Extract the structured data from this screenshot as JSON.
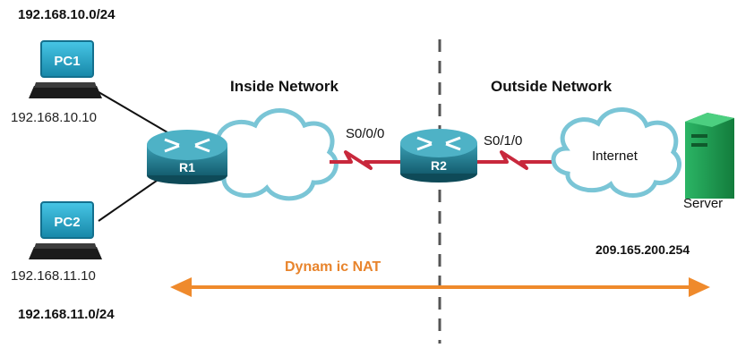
{
  "networks": {
    "lan1": "192.168.10.0/24",
    "lan2": "192.168.11.0/24"
  },
  "hosts": {
    "pc1": {
      "name": "PC1",
      "ip": "192.168.10.10"
    },
    "pc2": {
      "name": "PC2",
      "ip": "192.168.11.10"
    },
    "server": {
      "name": "Server",
      "ip": "209.165.200.254"
    }
  },
  "routers": {
    "r1": "R1",
    "r2": "R2"
  },
  "interfaces": {
    "r2_inside": "S0/0/0",
    "r2_outside": "S0/1/0"
  },
  "zones": {
    "inside": "Inside Network",
    "outside": "Outside Network",
    "internet": "Internet"
  },
  "nat_label": "Dynam ic NAT",
  "colors": {
    "router": "#1e6e80",
    "pc": "#2aa6c8",
    "server": "#1e9e52",
    "cloud_stroke": "#7ac5d6",
    "serial_link": "#c8283c",
    "nat_arrow": "#ef8a2c",
    "divider": "#555555"
  }
}
